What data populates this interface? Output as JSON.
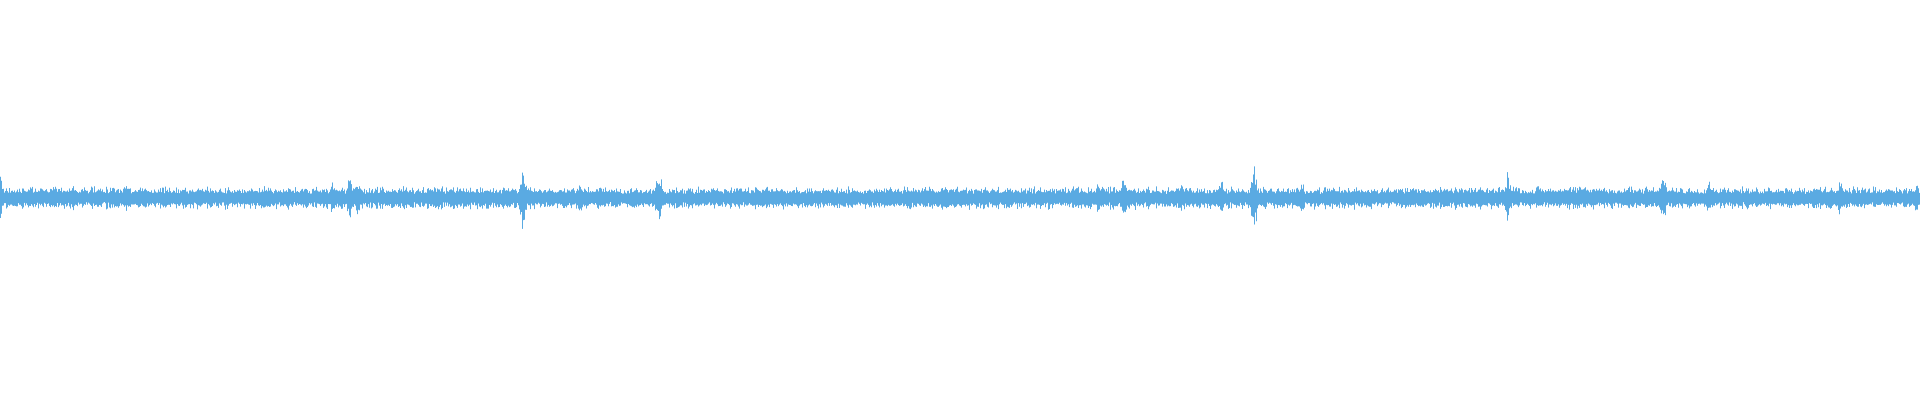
{
  "waveform": {
    "color": "#5aaae2",
    "background": "#ffffff",
    "baseline_amplitude": 0.018,
    "noise_amplitude": 0.012,
    "transients": [
      {
        "t": 0.0,
        "amp": 0.06
      },
      {
        "t": 0.038,
        "amp": 0.035
      },
      {
        "t": 0.066,
        "amp": 0.045
      },
      {
        "t": 0.072,
        "amp": 0.03
      },
      {
        "t": 0.086,
        "amp": 0.03
      },
      {
        "t": 0.13,
        "amp": 0.03
      },
      {
        "t": 0.15,
        "amp": 0.03
      },
      {
        "t": 0.173,
        "amp": 0.045
      },
      {
        "t": 0.182,
        "amp": 0.065
      },
      {
        "t": 0.186,
        "amp": 0.05
      },
      {
        "t": 0.21,
        "amp": 0.045
      },
      {
        "t": 0.25,
        "amp": 0.03
      },
      {
        "t": 0.272,
        "amp": 0.09
      },
      {
        "t": 0.302,
        "amp": 0.045
      },
      {
        "t": 0.343,
        "amp": 0.085
      },
      {
        "t": 0.353,
        "amp": 0.035
      },
      {
        "t": 0.385,
        "amp": 0.04
      },
      {
        "t": 0.44,
        "amp": 0.03
      },
      {
        "t": 0.482,
        "amp": 0.04
      },
      {
        "t": 0.525,
        "amp": 0.03
      },
      {
        "t": 0.572,
        "amp": 0.055
      },
      {
        "t": 0.585,
        "amp": 0.065
      },
      {
        "t": 0.615,
        "amp": 0.04
      },
      {
        "t": 0.636,
        "amp": 0.055
      },
      {
        "t": 0.653,
        "amp": 0.095
      },
      {
        "t": 0.678,
        "amp": 0.045
      },
      {
        "t": 0.712,
        "amp": 0.035
      },
      {
        "t": 0.745,
        "amp": 0.03
      },
      {
        "t": 0.785,
        "amp": 0.075
      },
      {
        "t": 0.802,
        "amp": 0.04
      },
      {
        "t": 0.825,
        "amp": 0.035
      },
      {
        "t": 0.848,
        "amp": 0.035
      },
      {
        "t": 0.866,
        "amp": 0.07
      },
      {
        "t": 0.89,
        "amp": 0.055
      },
      {
        "t": 0.93,
        "amp": 0.035
      },
      {
        "t": 0.958,
        "amp": 0.055
      },
      {
        "t": 0.998,
        "amp": 0.045
      }
    ]
  }
}
